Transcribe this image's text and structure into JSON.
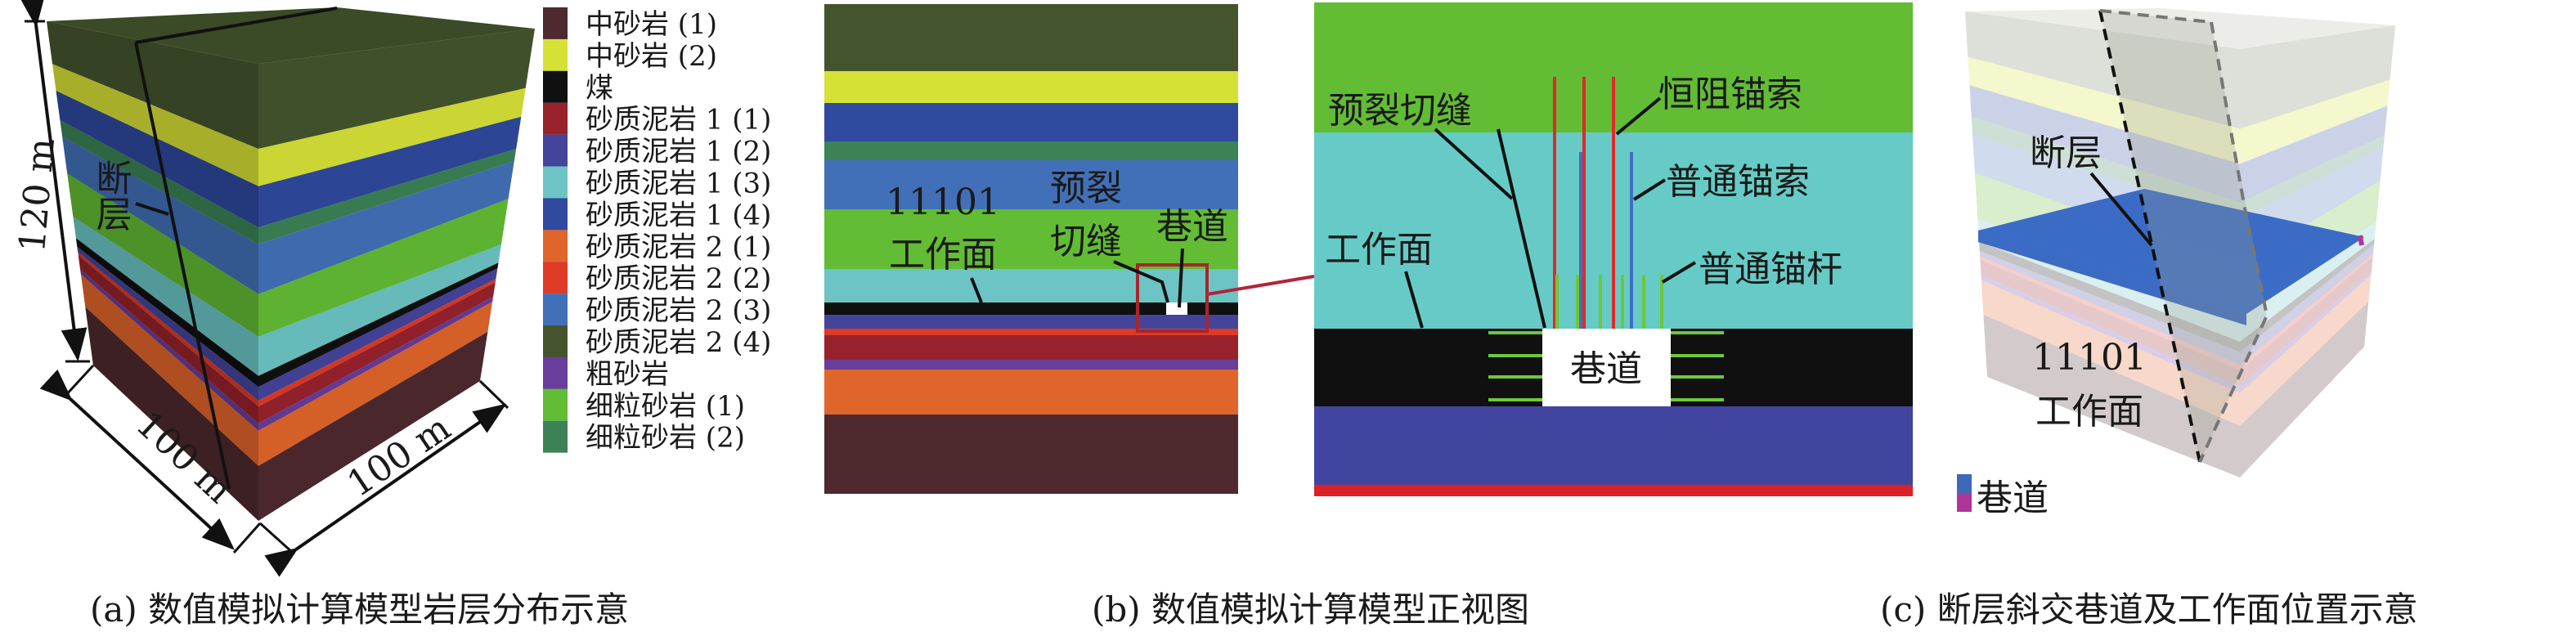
{
  "legend": [
    {
      "label": "中砂岩 (1)",
      "color": "#4e2a2f"
    },
    {
      "label": "中砂岩 (2)",
      "color": "#d6e136"
    },
    {
      "label": "煤",
      "color": "#101010"
    },
    {
      "label": "砂质泥岩 1 (1)",
      "color": "#98222c"
    },
    {
      "label": "砂质泥岩 1 (2)",
      "color": "#45449c"
    },
    {
      "label": "砂质泥岩 1 (3)",
      "color": "#6cc5c4"
    },
    {
      "label": "砂质泥岩 1 (4)",
      "color": "#2f4a9e"
    },
    {
      "label": "砂质泥岩 2 (1)",
      "color": "#e0652a"
    },
    {
      "label": "砂质泥岩 2 (2)",
      "color": "#de3a26"
    },
    {
      "label": "砂质泥岩 2 (3)",
      "color": "#4270b8"
    },
    {
      "label": "砂质泥岩 2 (4)",
      "color": "#44552d"
    },
    {
      "label": "粗砂岩",
      "color": "#693d9b"
    },
    {
      "label": "细粒砂岩 (1)",
      "color": "#62bc34"
    },
    {
      "label": "细粒砂岩 (2)",
      "color": "#3c8256"
    }
  ],
  "layer_sequence": [
    10,
    1,
    6,
    13,
    9,
    12,
    5,
    2,
    4,
    8,
    3,
    11,
    7,
    0
  ],
  "panel_a": {
    "height_label": "120 m",
    "length_label_left": "100 m",
    "length_label_right": "100 m",
    "fault_label": "断层"
  },
  "panel_b": {
    "workface_id": "11101",
    "workface_label": "工作面",
    "slit_label_line1": "预裂",
    "slit_label_line2": "切缝",
    "tunnel_label": "巷道"
  },
  "panel_b_inset": {
    "slit_label": "预裂切缝",
    "constant_resistance_cable_label": "恒阻锚索",
    "ordinary_cable_label": "普通锚索",
    "ordinary_bolt_label": "普通锚杆",
    "workface_label": "工作面",
    "tunnel_label": "巷道",
    "constant_resistance_cable_color": "#e02a2a",
    "ordinary_cable_color": "#3f6fc4",
    "bolt_color": "#6cc83a"
  },
  "panel_c": {
    "fault_label": "断层",
    "workface_id": "11101",
    "workface_label": "工作面",
    "tunnel_legend_label": "巷道",
    "tunnel_colors": [
      "#3d6ab8",
      "#b0349a"
    ]
  },
  "captions": [
    "(a) 数值模拟计算模型岩层分布示意",
    "(b) 数值模拟计算模型正视图",
    "(c) 断层斜交巷道及工作面位置示意"
  ]
}
